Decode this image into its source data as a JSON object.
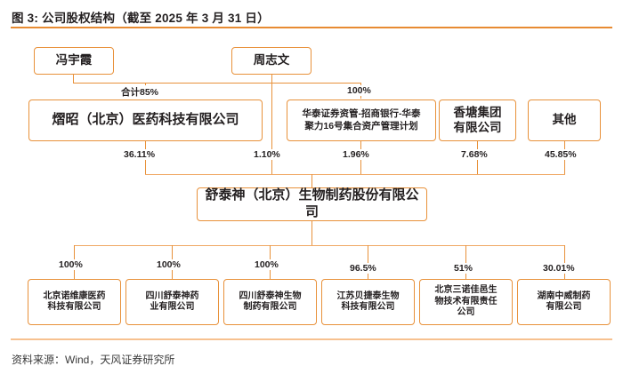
{
  "header": {
    "title": "图 3: 公司股权结构（截至 2025 年 3 月 31 日）"
  },
  "footer": {
    "source": "资料来源：Wind，天风证券研究所"
  },
  "colors": {
    "accent": "#e8913a",
    "accent_pale": "#f7c190",
    "text": "#231f20",
    "background": "#ffffff"
  },
  "chart_data": {
    "type": "diagram",
    "diagram_kind": "ownership-structure-org-chart",
    "title": "图 3: 公司股权结构（截至 2025 年 3 月 31 日）",
    "source": "资料来源：Wind，天风证券研究所",
    "nodes": [
      {
        "id": "n_feng",
        "label": "冯宇霞",
        "level": 1
      },
      {
        "id": "n_zhou",
        "label": "周志文",
        "level": 1
      },
      {
        "id": "n_yizhao",
        "label": "熠昭（北京）医药科技有限公司",
        "level": 2
      },
      {
        "id": "n_huatai",
        "label": "华泰证券资管-招商银行-华泰聚力16号集合资产管理计划",
        "level": 2
      },
      {
        "id": "n_xiangtang",
        "label": "香塘集团有限公司",
        "level": 2
      },
      {
        "id": "n_other",
        "label": "其他",
        "level": 2
      },
      {
        "id": "n_core",
        "label": "舒泰神（北京）生物制药股份有限公司",
        "level": 3
      },
      {
        "id": "s1",
        "label": "北京诺维康医药科技有限公司",
        "level": 4
      },
      {
        "id": "s2",
        "label": "四川舒泰神药业有限公司",
        "level": 4
      },
      {
        "id": "s3",
        "label": "四川舒泰神生物制药有限公司",
        "level": 4
      },
      {
        "id": "s4",
        "label": "江苏贝捷泰生物科技有限公司",
        "level": 4
      },
      {
        "id": "s5",
        "label": "北京三诺佳邑生物技术有限责任公司",
        "level": 4
      },
      {
        "id": "s6",
        "label": "湖南中威制药有限公司",
        "level": 4
      }
    ],
    "edges": [
      {
        "from": "n_feng",
        "to": "n_yizhao",
        "label": "合计85%"
      },
      {
        "from": "n_zhou",
        "to": "n_yizhao",
        "label": "合计85%"
      },
      {
        "from": "n_zhou",
        "to": "n_huatai",
        "label": "100%"
      },
      {
        "from": "n_yizhao",
        "to": "n_core",
        "label": "36.11%"
      },
      {
        "from": "n_zhou",
        "to": "n_core",
        "label": "1.10%"
      },
      {
        "from": "n_huatai",
        "to": "n_core",
        "label": "1.96%"
      },
      {
        "from": "n_xiangtang",
        "to": "n_core",
        "label": "7.68%"
      },
      {
        "from": "n_other",
        "to": "n_core",
        "label": "45.85%"
      },
      {
        "from": "n_core",
        "to": "s1",
        "label": "100%"
      },
      {
        "from": "n_core",
        "to": "s2",
        "label": "100%"
      },
      {
        "from": "n_core",
        "to": "s3",
        "label": "100%"
      },
      {
        "from": "n_core",
        "to": "s4",
        "label": "96.5%"
      },
      {
        "from": "n_core",
        "to": "s5",
        "label": "51%"
      },
      {
        "from": "n_core",
        "to": "s6",
        "label": "30.01%"
      }
    ]
  },
  "nodes": {
    "feng": "冯宇霞",
    "zhou": "周志文",
    "yizhao": "熠昭（北京）医药科技有限公司",
    "huatai_l1": "华泰证券资管-招商银行-华泰",
    "huatai_l2": "聚力16号集合资产管理计划",
    "xiangtang_l1": "香塘集团",
    "xiangtang_l2": "有限公司",
    "other": "其他",
    "core": "舒泰神（北京）生物制药股份有限公司",
    "sub1_l1": "北京诺维康医药",
    "sub1_l2": "科技有限公司",
    "sub2_l1": "四川舒泰神药",
    "sub2_l2": "业有限公司",
    "sub3_l1": "四川舒泰神生物",
    "sub3_l2": "制药有限公司",
    "sub4_l1": "江苏贝捷泰生物",
    "sub4_l2": "科技有限公司",
    "sub5_l1": "北京三诺佳邑生",
    "sub5_l2": "物技术有限责任",
    "sub5_l3": "公司",
    "sub6_l1": "湖南中威制药",
    "sub6_l2": "有限公司"
  },
  "percents": {
    "feng_total": "合计85%",
    "zhou_huatai": "100%",
    "yizhao_core": "36.11%",
    "zhou_core": "1.10%",
    "huatai_core": "1.96%",
    "xiangtang_core": "7.68%",
    "other_core": "45.85%",
    "sub1": "100%",
    "sub2": "100%",
    "sub3": "100%",
    "sub4": "96.5%",
    "sub5": "51%",
    "sub6": "30.01%"
  }
}
